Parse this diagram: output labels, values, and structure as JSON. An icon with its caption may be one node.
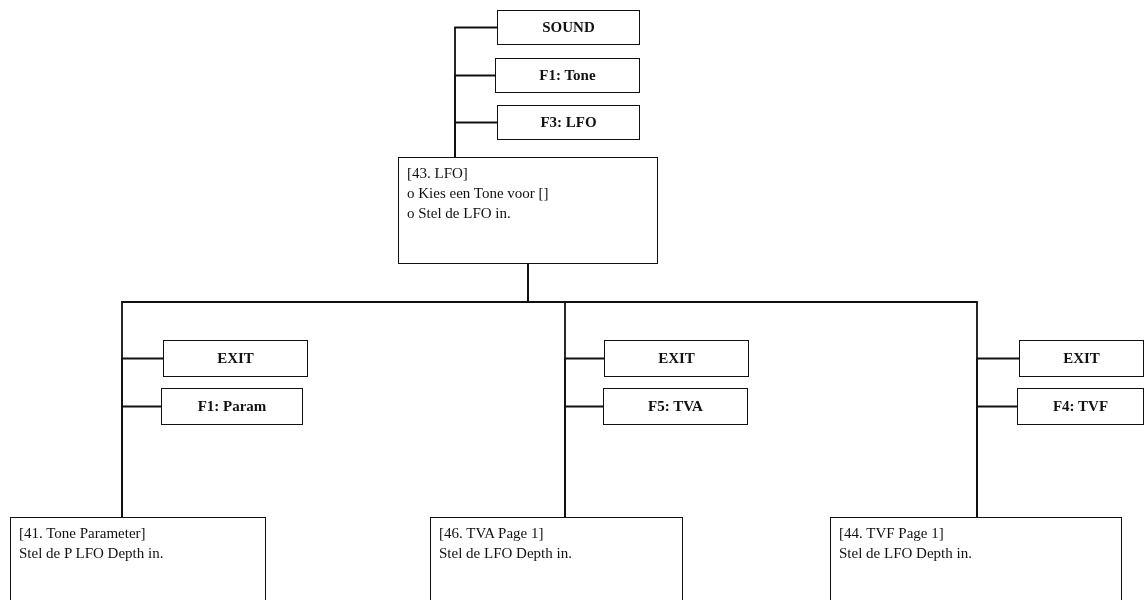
{
  "diagram": {
    "nodes": [
      {
        "text": [
          "SOUND"
        ]
      },
      {
        "text": [
          "F1: Tone"
        ]
      },
      {
        "text": [
          "F3: LFO"
        ]
      },
      {
        "text": [
          "[43. LFO]",
          "o Kies een Tone voor []",
          "o Stel de LFO in."
        ]
      },
      {
        "text": [
          "EXIT"
        ]
      },
      {
        "text": [
          "F1: Param"
        ]
      },
      {
        "text": [
          "[41. Tone Parameter]",
          "Stel de P LFO Depth in."
        ]
      },
      {
        "text": [
          "EXIT"
        ]
      },
      {
        "text": [
          "F5: TVA"
        ]
      },
      {
        "text": [
          "[46. TVA Page 1]",
          "Stel de LFO Depth in."
        ]
      },
      {
        "text": [
          "EXIT"
        ]
      },
      {
        "text": [
          "F4: TVF"
        ]
      },
      {
        "text": [
          "[44. TVF Page 1]",
          "Stel de LFO Depth in."
        ]
      }
    ],
    "edges": [
      {
        "from": 0,
        "to": 3,
        "arrow": "none"
      },
      {
        "from": 1,
        "to": 3,
        "arrow": "none"
      },
      {
        "from": 2,
        "to": 3,
        "arrow": "none"
      },
      {
        "from": 3,
        "to": 6,
        "arrow": "none"
      },
      {
        "from": 3,
        "to": 9,
        "arrow": "none"
      },
      {
        "from": 3,
        "to": 12,
        "arrow": "none"
      },
      {
        "from": 4,
        "to": 6,
        "arrow": "none"
      },
      {
        "from": 5,
        "to": 6,
        "arrow": "none"
      },
      {
        "from": 7,
        "to": 9,
        "arrow": "none"
      },
      {
        "from": 8,
        "to": 9,
        "arrow": "none"
      },
      {
        "from": 10,
        "to": 12,
        "arrow": "none"
      },
      {
        "from": 11,
        "to": 12,
        "arrow": "none"
      }
    ]
  }
}
